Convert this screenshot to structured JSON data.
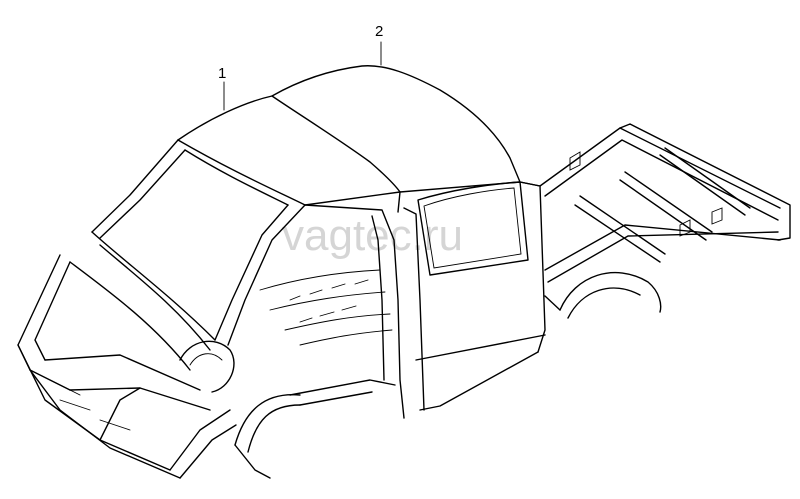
{
  "callouts": [
    {
      "label": "1",
      "part": "cab-body"
    },
    {
      "label": "2",
      "part": "roof-rear"
    }
  ],
  "watermark": "vagtec.ru",
  "colors": {
    "line": "#000000",
    "watermark": "#c8c8c8",
    "background": "#ffffff"
  }
}
